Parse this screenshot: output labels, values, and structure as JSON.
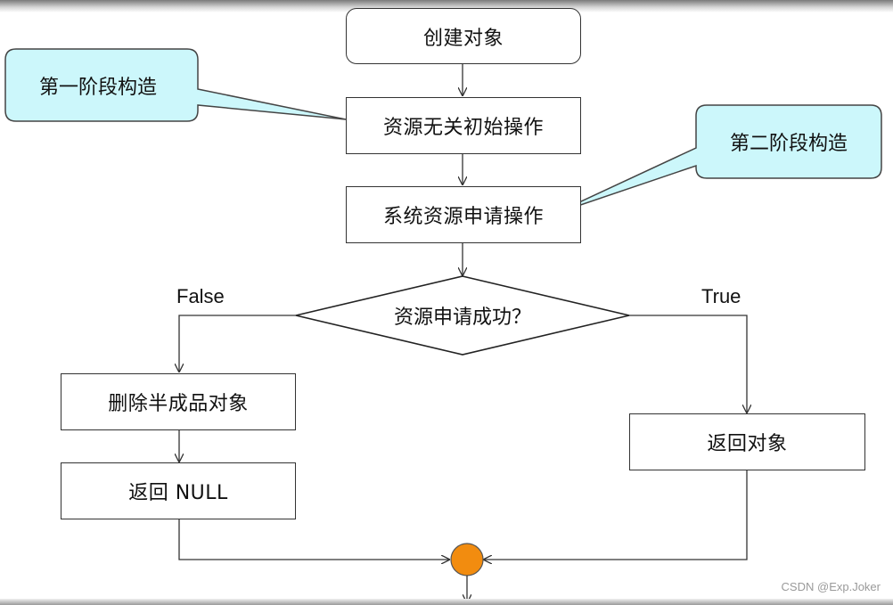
{
  "diagram": {
    "nodes": {
      "create": "创建对象",
      "resource_free_init": "资源无关初始操作",
      "system_resource_request": "系统资源申请操作",
      "decision": "资源申请成功？",
      "delete_half": "删除半成品对象",
      "return_null": "返回 NULL",
      "return_object": "返回对象"
    },
    "callouts": {
      "phase1": "第一阶段构造",
      "phase2": "第二阶段构造"
    },
    "branches": {
      "false_label": "False",
      "true_label": "True"
    },
    "watermark": "CSDN @Exp.Joker",
    "colors": {
      "callout_fill": "#ccf7fb",
      "merge_node": "#f28c0f",
      "line": "#333333"
    }
  }
}
